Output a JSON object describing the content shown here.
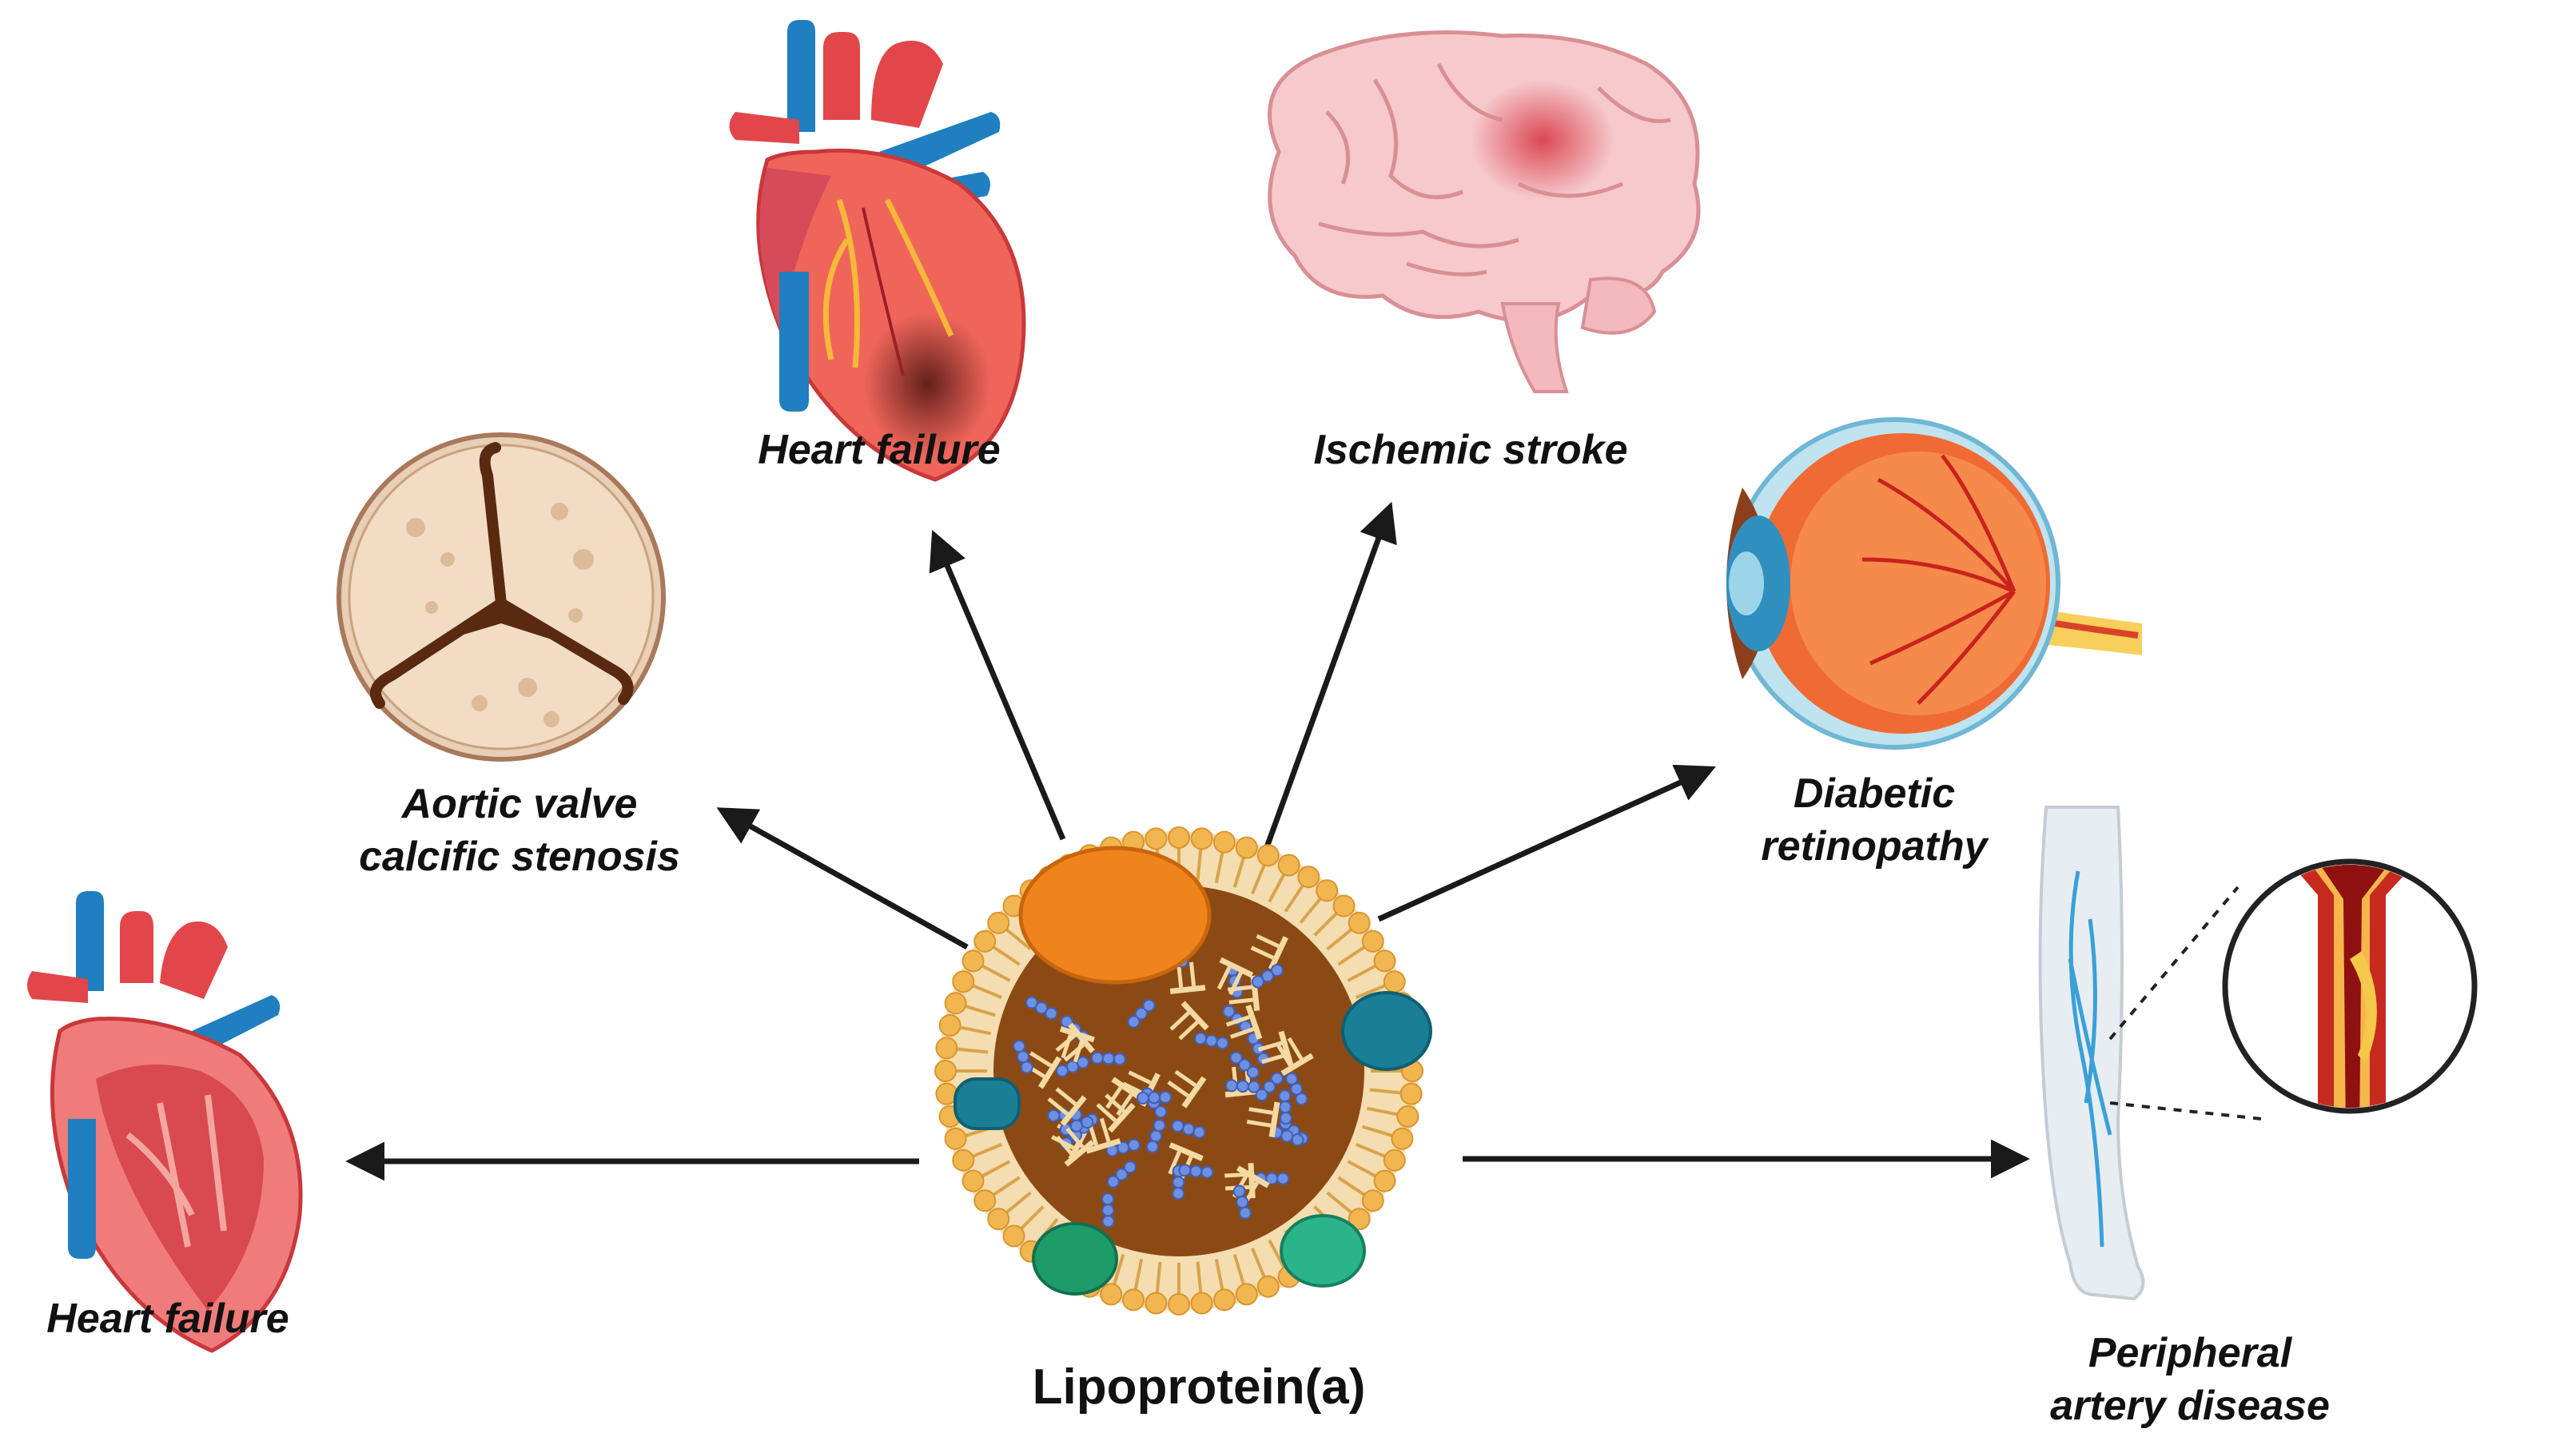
{
  "center": {
    "label": "Lipoprotein(a)"
  },
  "outcomes": [
    {
      "id": "heart-failure-left",
      "lines": [
        "Heart failure"
      ]
    },
    {
      "id": "aortic-valve",
      "lines": [
        "Aortic valve",
        "calcific stenosis"
      ]
    },
    {
      "id": "heart-failure-top",
      "lines": [
        "Heart failure"
      ]
    },
    {
      "id": "ischemic-stroke",
      "lines": [
        "Ischemic stroke"
      ]
    },
    {
      "id": "diabetic-retinopathy",
      "lines": [
        "Diabetic",
        "retinopathy"
      ]
    },
    {
      "id": "peripheral-artery",
      "lines": [
        "Peripheral",
        "artery disease"
      ]
    }
  ],
  "colors": {
    "particle_core": "#8b4a14",
    "shell_head": "#f2b650",
    "apolipoprotein_orange": "#f0841c",
    "protein_teal": "#1a7f96",
    "protein_green": "#1d9c6a",
    "cholesterol_blue": "#6f8fe0",
    "heart_red": "#e2464a",
    "vessel_blue": "#1f7fc0",
    "brain_pink": "#f6c9cc",
    "eye_orange": "#f06a34",
    "valve_tan": "#e9cfb5",
    "arrow": "#1a1a1a"
  }
}
